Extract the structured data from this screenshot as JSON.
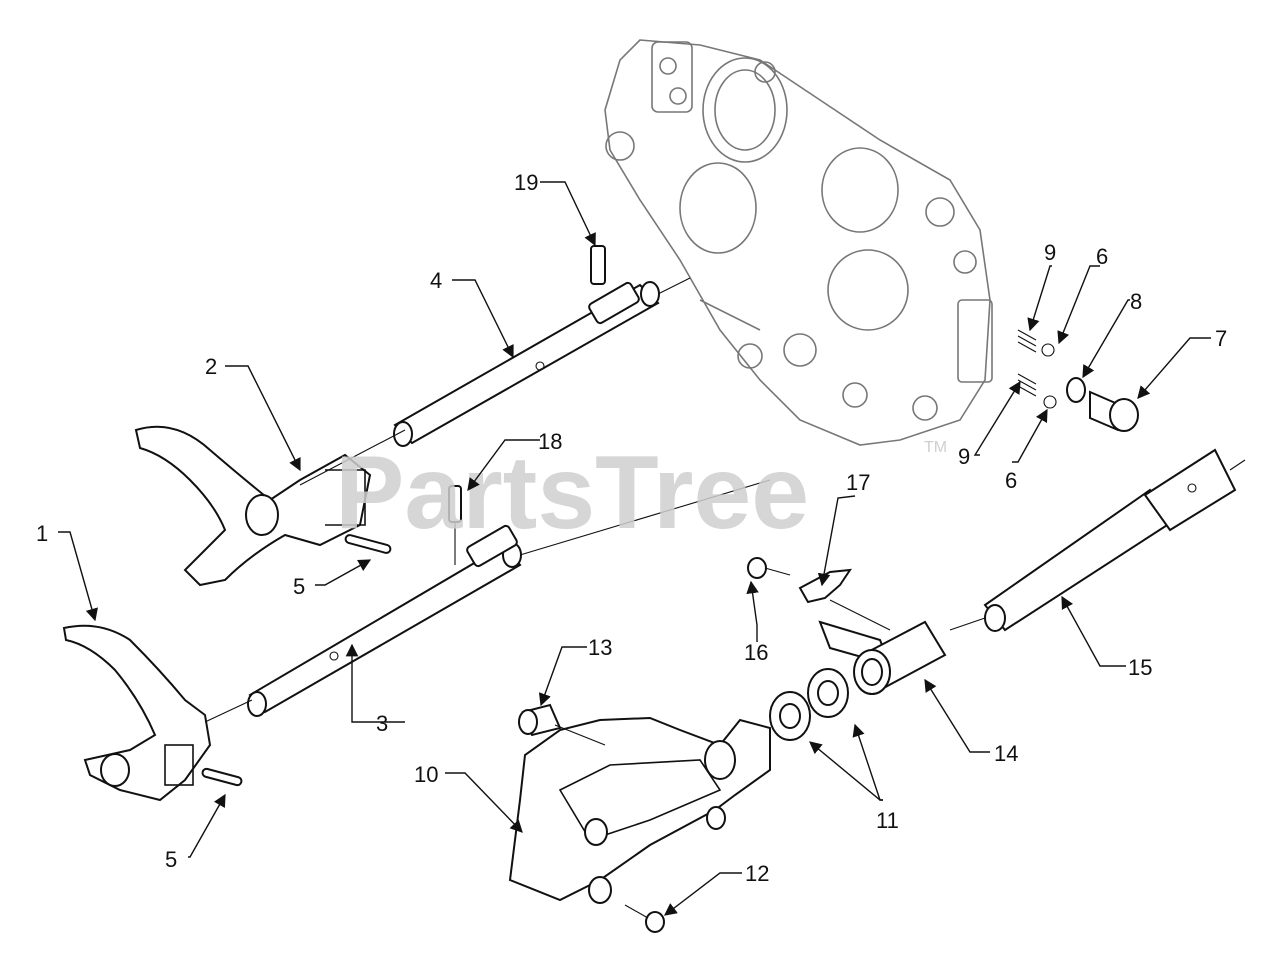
{
  "watermark": {
    "text": "PartsTree",
    "trademark": "TM"
  },
  "callouts": [
    {
      "id": "c1",
      "label": "1"
    },
    {
      "id": "c2",
      "label": "2"
    },
    {
      "id": "c3",
      "label": "3"
    },
    {
      "id": "c4",
      "label": "4"
    },
    {
      "id": "c5a",
      "label": "5"
    },
    {
      "id": "c5b",
      "label": "5"
    },
    {
      "id": "c6a",
      "label": "6"
    },
    {
      "id": "c6b",
      "label": "6"
    },
    {
      "id": "c7",
      "label": "7"
    },
    {
      "id": "c8",
      "label": "8"
    },
    {
      "id": "c9a",
      "label": "9"
    },
    {
      "id": "c9b",
      "label": "9"
    },
    {
      "id": "c10",
      "label": "10"
    },
    {
      "id": "c11",
      "label": "11"
    },
    {
      "id": "c12",
      "label": "12"
    },
    {
      "id": "c13",
      "label": "13"
    },
    {
      "id": "c14",
      "label": "14"
    },
    {
      "id": "c15",
      "label": "15"
    },
    {
      "id": "c16",
      "label": "16"
    },
    {
      "id": "c17",
      "label": "17"
    },
    {
      "id": "c18",
      "label": "18"
    },
    {
      "id": "c19",
      "label": "19"
    }
  ]
}
